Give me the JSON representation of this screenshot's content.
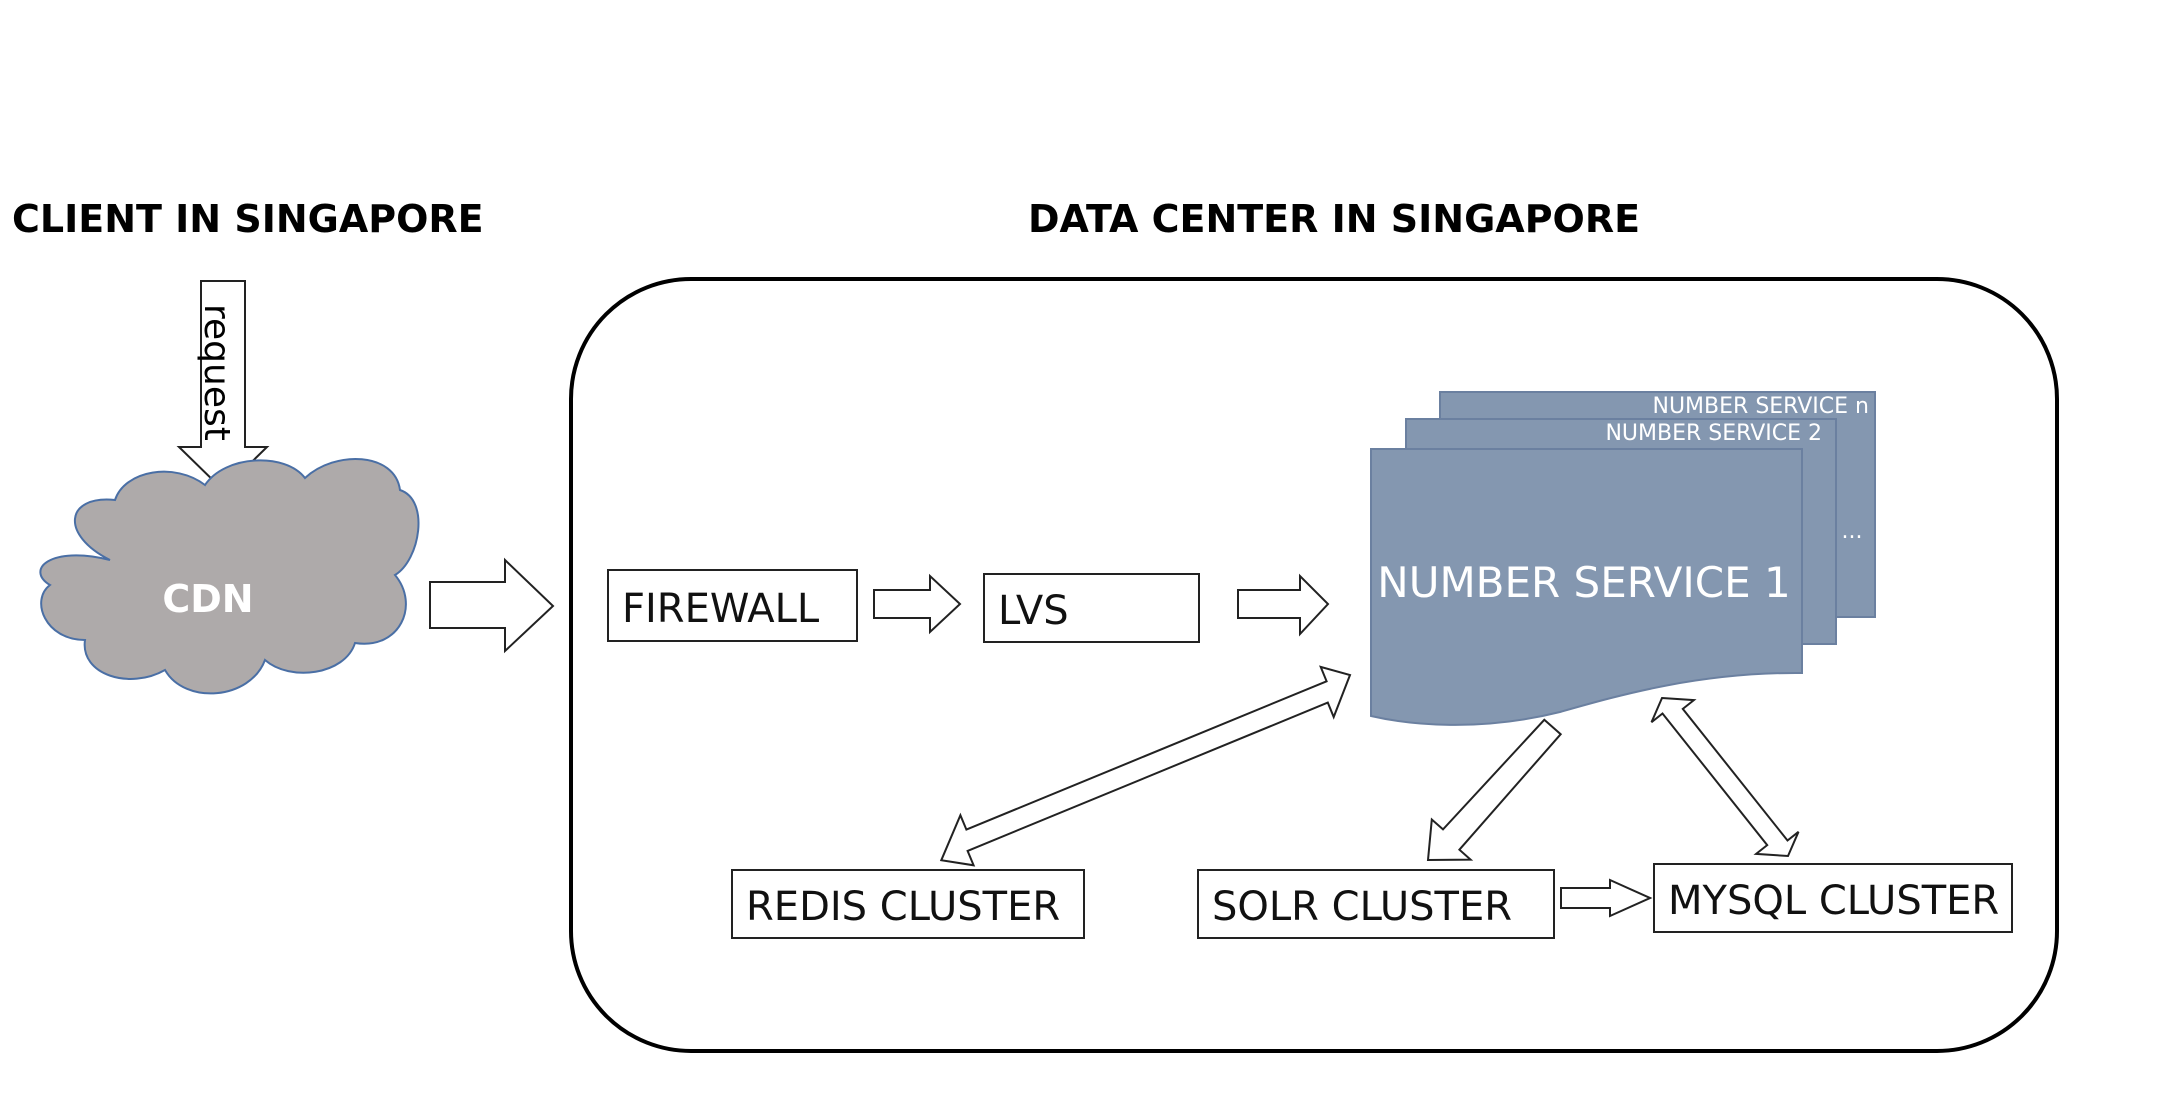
{
  "titles": {
    "client": "CLIENT IN SINGAPORE",
    "datacenter": "DATA CENTER IN SINGAPORE"
  },
  "request_label": "request",
  "cdn": {
    "label": "CDN"
  },
  "boxes": {
    "firewall": "FIREWALL",
    "lvs": "LVS",
    "redis": "REDIS CLUSTER",
    "solr": "SOLR CLUSTER",
    "mysql": "MYSQL CLUSTER"
  },
  "number_services": {
    "main": "NUMBER SERVICE 1",
    "second": "NUMBER SERVICE 2",
    "last": "NUMBER SERVICE n",
    "ellipsis": "..."
  },
  "colors": {
    "cloud_fill": "#aeaaaa",
    "cloud_stroke": "#4a6fa5",
    "service_fill": "#8497b0",
    "outline": "#222222"
  }
}
